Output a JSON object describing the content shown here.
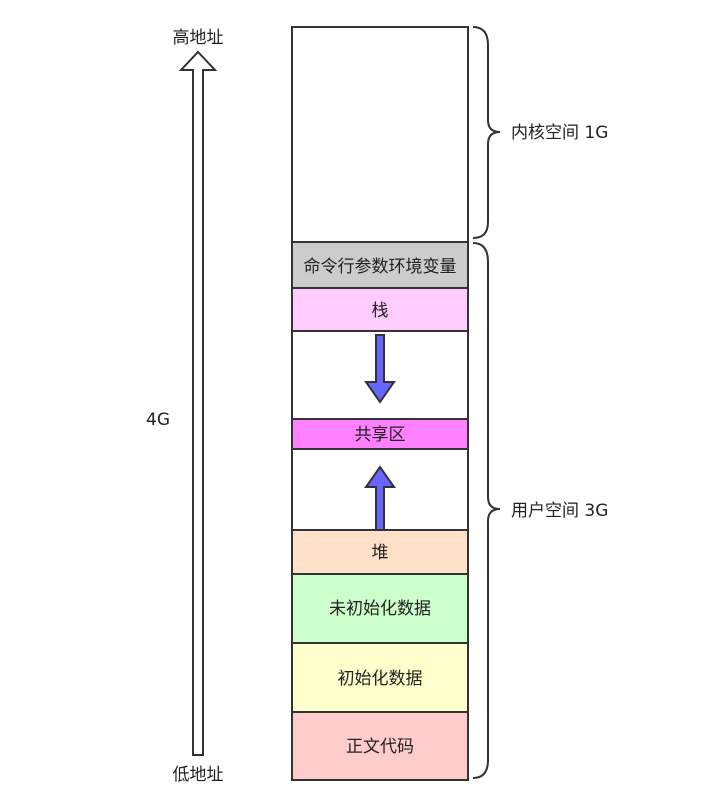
{
  "address_axis": {
    "top_label": "高地址",
    "bottom_label": "低地址",
    "size_label": "4G"
  },
  "braces": {
    "kernel_label": "内核空间 1G",
    "user_label": "用户空间 3G"
  },
  "segments": [
    {
      "key": "kernel",
      "label": "",
      "color": "#ffffff"
    },
    {
      "key": "env",
      "label": "命令行参数环境变量",
      "color": "#cccccc"
    },
    {
      "key": "stack",
      "label": "栈",
      "color": "#ffccff"
    },
    {
      "key": "gap1",
      "label": "",
      "color": "#ffffff"
    },
    {
      "key": "shared",
      "label": "共享区",
      "color": "#ff80ff"
    },
    {
      "key": "gap2",
      "label": "",
      "color": "#ffffff"
    },
    {
      "key": "heap",
      "label": "堆",
      "color": "#ffe0c8"
    },
    {
      "key": "bss",
      "label": "未初始化数据",
      "color": "#ccffcc"
    },
    {
      "key": "data",
      "label": "初始化数据",
      "color": "#ffffcc"
    },
    {
      "key": "text",
      "label": "正文代码",
      "color": "#ffcccc"
    }
  ],
  "colors": {
    "growth_arrow": "#6666ff",
    "stroke": "#333333"
  }
}
